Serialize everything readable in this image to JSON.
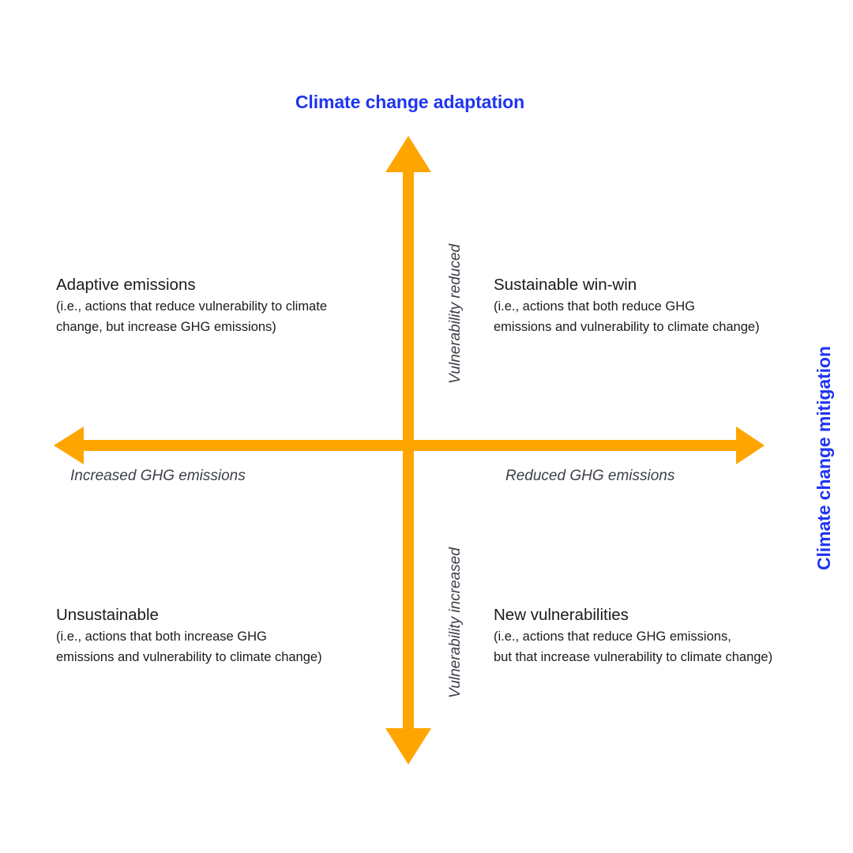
{
  "diagram": {
    "type": "2x2-quadrant-matrix",
    "colors": {
      "axis_arrow": "#FFA500",
      "axis_title": "#1F35F0",
      "direction_label": "#3C4049",
      "quadrant_text": "#1B1B1B",
      "background": "#FFFFFF"
    },
    "vertical_axis": {
      "title": "Climate change adaptation",
      "positive_label": "Vulnerability reduced",
      "negative_label": "Vulnerability increased"
    },
    "horizontal_axis": {
      "title": "Climate change mitigation",
      "positive_label": "Reduced GHG emissions",
      "negative_label": "Increased GHG emissions"
    },
    "quadrants": [
      {
        "position": "top-left",
        "heading": "Adaptive emissions",
        "body": "(i.e., actions that reduce vulnerability to climate\nchange, but increase GHG emissions)"
      },
      {
        "position": "top-right",
        "heading": "Sustainable win-win",
        "body": "(i.e., actions that both reduce GHG\nemissions and vulnerability to climate change)"
      },
      {
        "position": "bottom-left",
        "heading": "Unsustainable",
        "body": "(i.e., actions that both increase GHG\nemissions and vulnerability to climate change)"
      },
      {
        "position": "bottom-right",
        "heading": "New vulnerabilities",
        "body": "(i.e., actions that reduce GHG emissions,\nbut that increase vulnerability to climate change)"
      }
    ],
    "icons": {
      "arrow_up": "arrow-up-icon",
      "arrow_down": "arrow-down-icon",
      "arrow_left": "arrow-left-icon",
      "arrow_right": "arrow-right-icon"
    }
  }
}
